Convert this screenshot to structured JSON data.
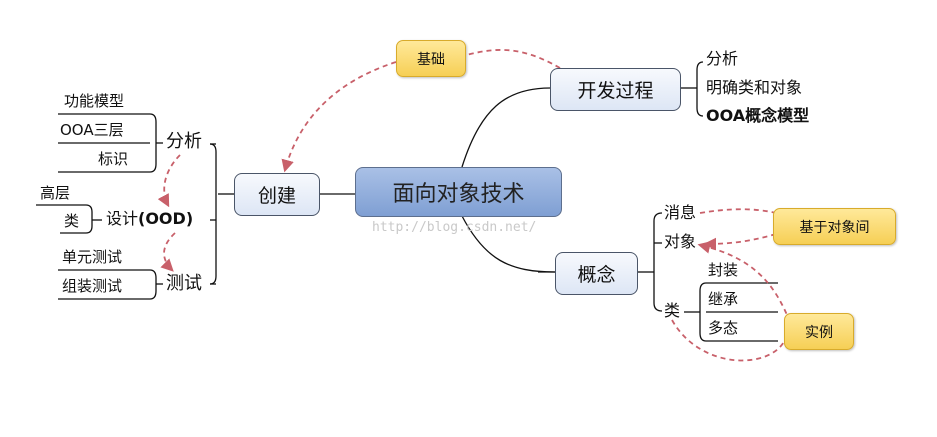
{
  "center": "面向对象技术",
  "nodes": {
    "kaifa": "开发过程",
    "chuangjian": "创建",
    "gainian": "概念"
  },
  "kaifa_children": [
    "分析",
    "明确类和对象",
    "OOA概念模型"
  ],
  "chuangjian_children": {
    "fenxi": "分析",
    "fenxi_items": [
      "功能模型",
      "OOA三层",
      "标识"
    ],
    "sheji": "设计(OOD)",
    "sheji_items": [
      "高层",
      "类"
    ],
    "ceshi": "测试",
    "ceshi_items": [
      "单元测试",
      "组装测试"
    ]
  },
  "gainian_children": {
    "xiaoxi": "消息",
    "duixiang": "对象",
    "lei": "类",
    "lei_items": [
      "封装",
      "继承",
      "多态"
    ]
  },
  "callouts": {
    "jichu": "基础",
    "jiyu": "基于对象间",
    "shili": "实例"
  },
  "watermark": "http://blog.csdn.net/",
  "colors": {
    "arrow": "#c8606a",
    "callout_fill": "#f6cf55",
    "center_fill": "#8faad9"
  }
}
